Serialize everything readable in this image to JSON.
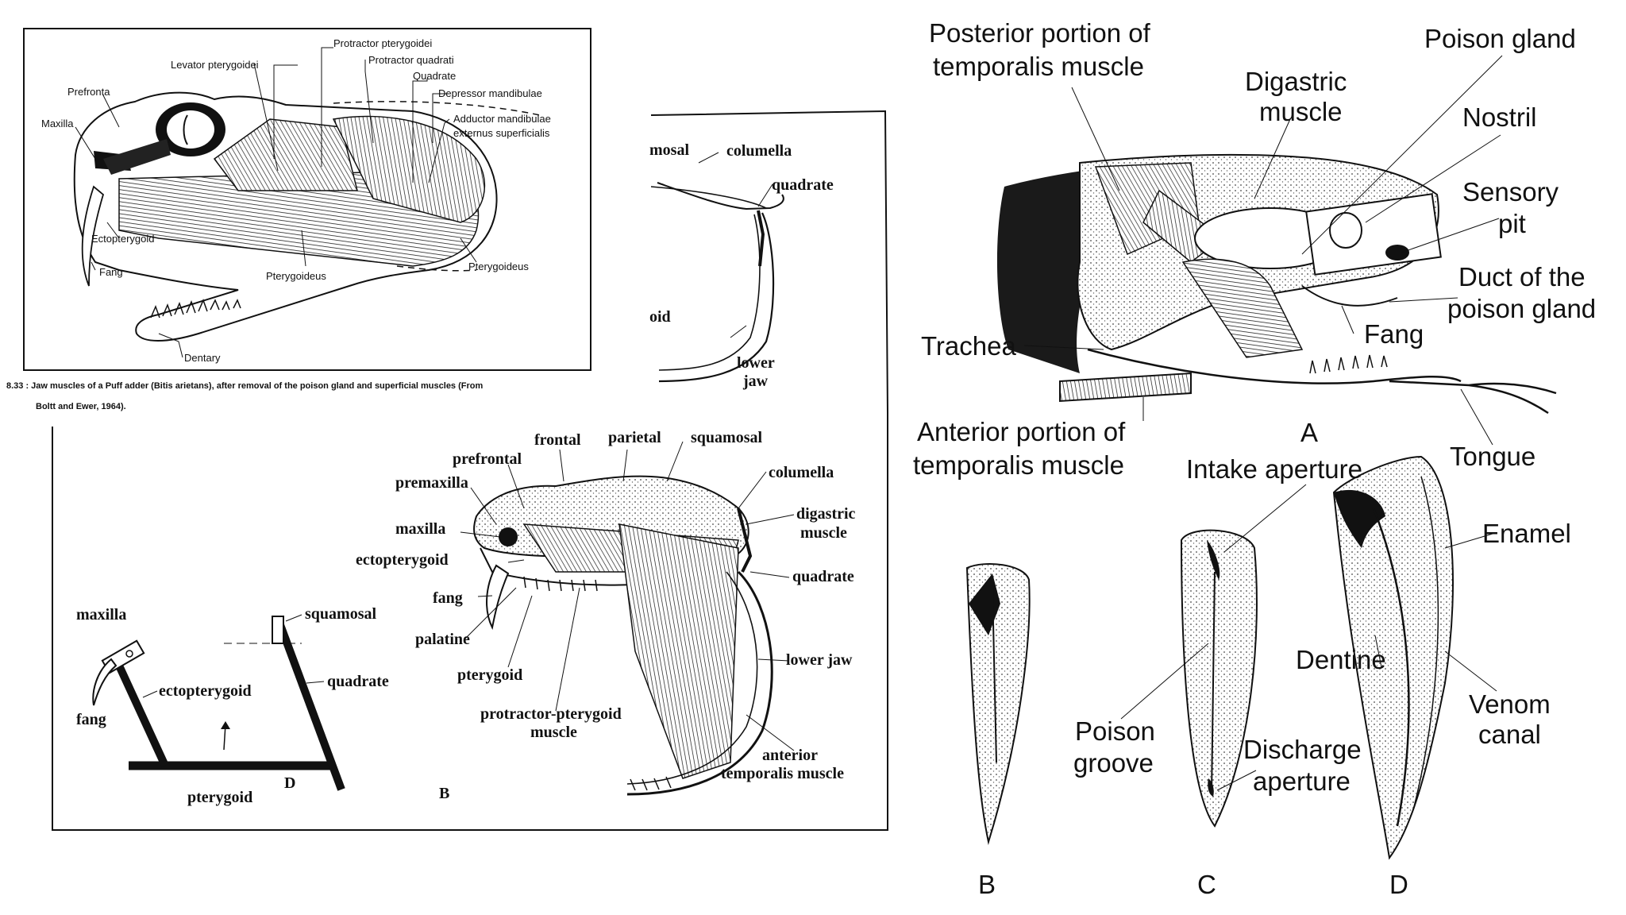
{
  "panel_puff_adder": {
    "labels": {
      "levator_pterygoidei": "Levator pterygoidei",
      "protractor_pterygoidei": "Protractor pterygoidei",
      "protractor_quadrati": "Protractor quadrati",
      "quadrate": "Quadrate",
      "depressor_mandibulae": "Depressor mandibulae",
      "adductor_line1": "Adductor mandibulae",
      "adductor_line2": "externus superficialis",
      "prefronta": "Prefronta",
      "maxilla": "Maxilla",
      "ectopterygoid": "Ectopterygoid",
      "fang": "Fang",
      "pterygoideus_center": "Pterygoideus",
      "pterygoideus_right": "Pterygoideus",
      "dentary": "Dentary"
    },
    "caption_line1": "8.33 : Jaw muscles of a Puff adder (Bitis arietans), after removal of the poison gland and superficial muscles (From",
    "caption_line2": "Boltt and Ewer, 1964)."
  },
  "panel_partial_skull": {
    "labels": {
      "squamosal": "mosal",
      "columella": "columella",
      "quadrate": "quadrate",
      "pterygoid": "oid",
      "lower_jaw_line1": "lower",
      "lower_jaw_line2": "jaw"
    }
  },
  "panel_skull_b": {
    "labels": {
      "frontal": "frontal",
      "parietal": "parietal",
      "squamosal": "squamosal",
      "prefrontal": "prefrontal",
      "premaxilla": "premaxilla",
      "columella": "columella",
      "digastric_line1": "digastric",
      "digastric_line2": "muscle",
      "maxilla": "maxilla",
      "ectopterygoid": "ectopterygoid",
      "quadrate": "quadrate",
      "fang": "fang",
      "palatine": "palatine",
      "pterygoid": "pterygoid",
      "lower_jaw": "lower jaw",
      "protractor_line1": "protractor-pterygoid",
      "protractor_line2": "muscle",
      "anterior_line1": "anterior",
      "anterior_line2": "temporalis muscle",
      "panel_letter": "B"
    }
  },
  "panel_schematic_d": {
    "labels": {
      "maxilla": "maxilla",
      "squamosal": "squamosal",
      "quadrate": "quadrate",
      "ectopterygoid": "ectopterygoid",
      "fang": "fang",
      "pterygoid": "pterygoid",
      "letter": "D"
    }
  },
  "panel_head_a": {
    "labels": {
      "posterior_line1": "Posterior portion of",
      "posterior_line2": "temporalis muscle",
      "poison_gland": "Poison gland",
      "digastric_line1": "Digastric",
      "digastric_line2": "muscle",
      "nostril": "Nostril",
      "sensory_line1": "Sensory",
      "sensory_line2": "pit",
      "duct_line1": "Duct of the",
      "duct_line2": "poison gland",
      "trachea": "Trachea",
      "fang": "Fang",
      "anterior_line1": "Anterior portion of",
      "anterior_line2": "temporalis muscle",
      "letter": "A",
      "tongue": "Tongue"
    }
  },
  "panel_fangs": {
    "labels": {
      "intake_aperture": "Intake aperture",
      "enamel": "Enamel",
      "dentine": "Dentine",
      "venom_line1": "Venom",
      "venom_line2": "canal",
      "poison_groove_line1": "Poison",
      "poison_groove_line2": "groove",
      "discharge_line1": "Discharge",
      "discharge_line2": "aperture",
      "letter_b": "B",
      "letter_c": "C",
      "letter_d": "D"
    }
  }
}
